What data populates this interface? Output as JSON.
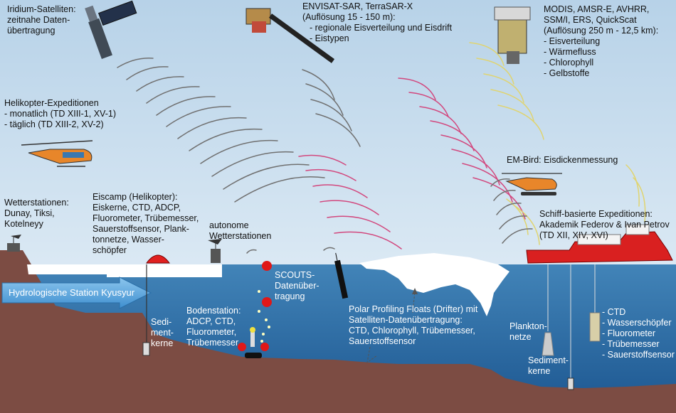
{
  "colors": {
    "sky_top": "#bcd6ea",
    "sky_bottom": "#d8e8f4",
    "sea_top": "#3d7fb4",
    "sea_bottom": "#1f5d96",
    "land": "#7d4d44",
    "ice": "#ffffff",
    "wave_grey": "#7a7a7a",
    "wave_pink": "#d2487e",
    "wave_yellow": "#e0d470",
    "river_arrow": "#5ea8e0",
    "float_red": "#e01818"
  },
  "labels": {
    "iridium": [
      "Iridium-Satelliten:",
      "zeitnahe Daten-",
      "übertragung"
    ],
    "envisat": [
      "ENVISAT-SAR, TerraSAR-X",
      "(Auflösung 15 - 150 m):",
      "- regionale Eisverteilung und Eisdrift",
      "- Eistypen"
    ],
    "modis": [
      "MODIS, AMSR-E, AVHRR,",
      "SSM/I, ERS, QuickScat",
      "(Auflösung 250 m - 12,5 km):",
      "- Eisverteilung",
      "- Wärmefluss",
      "- Chlorophyll",
      "- Gelbstoffe"
    ],
    "heli_exped": [
      "Helikopter-Expeditionen",
      "- monatlich (TD XIII-1, XV-1)",
      "- täglich (TD XIII-2, XV-2)"
    ],
    "embird": [
      "EM-Bird: Eisdickenmessung"
    ],
    "wetter": [
      "Wetterstationen:",
      "Dunay, Tiksi,",
      "Kotelneyy"
    ],
    "eiscamp": [
      "Eiscamp (Helikopter):",
      "Eiskerne, CTD, ADCP,",
      "Fluorometer, Trübemesser,",
      "Sauerstoffsensor, Plank-",
      "tonnetze, Wasser-",
      "schöpfer"
    ],
    "autonome": [
      "autonome",
      "Wetterstationen"
    ],
    "schiff": [
      "Schiff-basierte Expeditionen:",
      "Akademik Federov & Ivan Petrov",
      "(TD XII, XIV, XVI)"
    ],
    "hydro": "Hydrologische Station Kyusyur",
    "scouts": [
      "SCOUTS-",
      "Datenüber-",
      "tragung"
    ],
    "sediment_left": [
      "Sedi-",
      "ment-",
      "kerne"
    ],
    "bodenstation": [
      "Bodenstation:",
      "ADCP, CTD,",
      "Fluorometer,",
      "Trübemesser"
    ],
    "polar": [
      "Polar Profiling Floats (Drifter) mit",
      "Satelliten-Datenübertragung:",
      "CTD, Chlorophyll, Trübemesser,",
      "Sauerstoffsensor"
    ],
    "plankton": [
      "Plankton-",
      "netze"
    ],
    "sediment_right": [
      "Sediment-",
      "kerne"
    ],
    "ship_instr": [
      "- CTD",
      "- Wasserschöpfer",
      "- Fluorometer",
      "- Trübemesser",
      "- Sauerstoffsensor"
    ]
  }
}
